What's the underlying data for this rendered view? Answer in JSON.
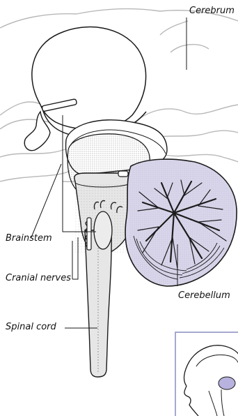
{
  "figure": {
    "labels": {
      "cerebrum": "Cerebrum",
      "brainstem": "Brainstem",
      "cranial_nerves": "Cranial nerves",
      "cerebellum": "Cerebellum",
      "spinal_cord": "Spinal cord"
    },
    "colors": {
      "outline": "#1a1a1a",
      "faint_outline": "#b8b8b8",
      "brainstem_fill": "#e6e6e6",
      "cerebellum_fill": "#d9d6ec",
      "inset_border": "#8f94c4",
      "inset_highlight": "#b7b2de"
    }
  }
}
